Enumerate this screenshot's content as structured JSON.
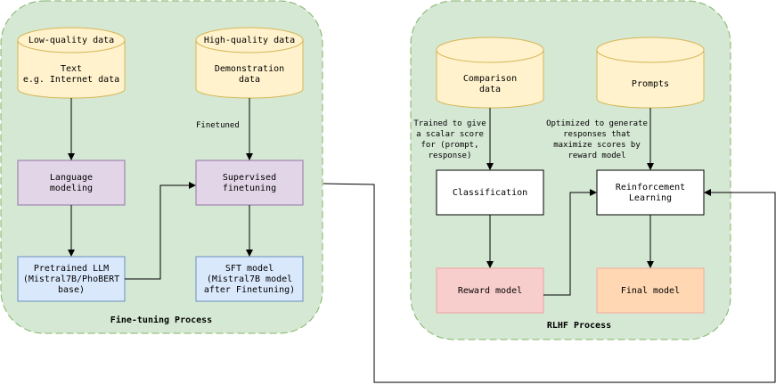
{
  "finetuning": {
    "title": "Fine-tuning Process",
    "low_quality": {
      "title": "Low-quality data",
      "line1": "Text",
      "line2": "e.g. Internet data"
    },
    "high_quality": {
      "title": "High-quality data",
      "line1": "Demonstration",
      "line2": "data"
    },
    "finetuned_label": "Finetuned",
    "language_modeling": {
      "line1": "Language",
      "line2": "modeling"
    },
    "supervised_finetuning": {
      "line1": "Supervised",
      "line2": "finetuning"
    },
    "pretrained_llm": {
      "line1": "Pretrained LLM",
      "line2": "(Mistral7B/PhoBERT",
      "line3": "base)"
    },
    "sft_model": {
      "line1": "SFT model",
      "line2": "(Mistral7B model",
      "line3": "after Finetuning)"
    }
  },
  "rlhf": {
    "title": "RLHF Process",
    "comparison": {
      "line1": "Comparison",
      "line2": "data"
    },
    "prompts": {
      "line1": "Prompts"
    },
    "trained_label": {
      "line1": "Trained to give",
      "line2": "a scalar score",
      "line3": "for (prompt,",
      "line4": "response)"
    },
    "optimized_label": {
      "line1": "Optimized to generate",
      "line2": "responses that",
      "line3": "maximize scores by",
      "line4": "reward model"
    },
    "classification": {
      "line1": "Classification"
    },
    "reinforcement": {
      "line1": "Reinforcement",
      "line2": "Learning"
    },
    "reward_model": {
      "line1": "Reward model"
    },
    "final_model": {
      "line1": "Final model"
    }
  },
  "colors": {
    "group_fill": "#d5e8d4",
    "group_stroke": "#82b366",
    "cylinder_fill": "#fff2cc",
    "cylinder_stroke": "#d6b656",
    "purple_fill": "#e1d5e7",
    "purple_stroke": "#9673a6",
    "blue_fill": "#dae8fc",
    "blue_stroke": "#6c8ebf",
    "red_fill": "#f8cecc",
    "red_stroke": "#b85450",
    "orange_fill": "#ffd7b3",
    "orange_stroke": "#f0a0a0"
  }
}
